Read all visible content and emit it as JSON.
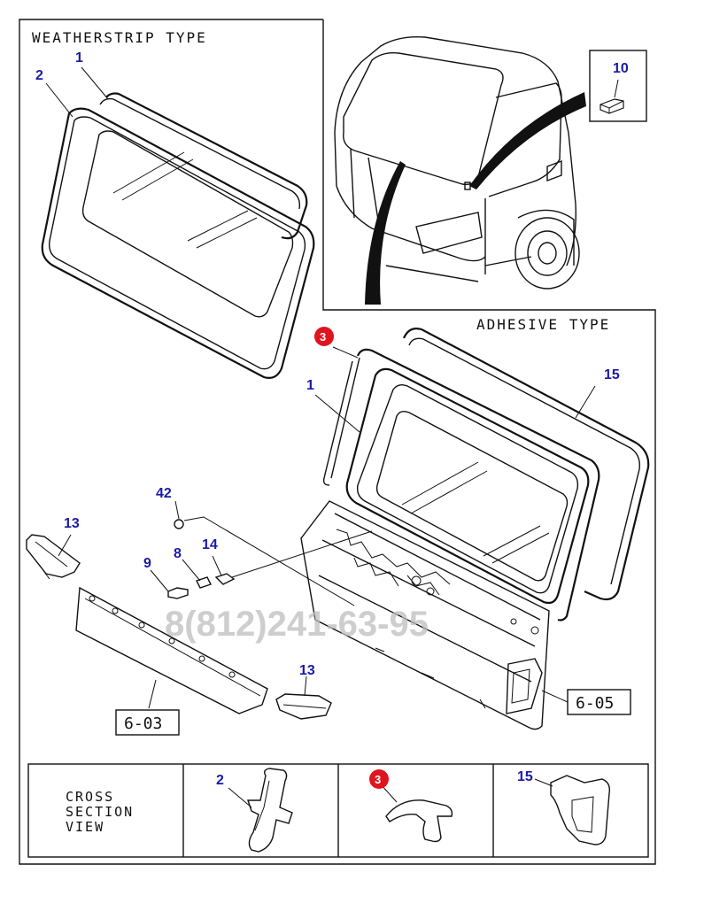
{
  "panels": {
    "weatherstrip_title": "WEATHERSTRIP TYPE",
    "adhesive_title": "ADHESIVE TYPE",
    "cross_section_lines": [
      "CROSS",
      "SECTION",
      "VIEW"
    ]
  },
  "callouts": {
    "ws_1": "1",
    "ws_2": "2",
    "cab_10": "10",
    "ad_3": "3",
    "ad_1": "1",
    "ad_15": "15",
    "p_42": "42",
    "p_13a": "13",
    "p_9": "9",
    "p_8": "8",
    "p_14": "14",
    "p_13b": "13",
    "xs_2": "2",
    "xs_3": "3",
    "xs_15": "15"
  },
  "references": {
    "left": "6-03",
    "right": "6-05"
  },
  "watermark": "8(812)241-63-95",
  "colors": {
    "callout_text": "#1a1aa8",
    "highlight_marker": "#e0141e",
    "line": "#111111"
  }
}
